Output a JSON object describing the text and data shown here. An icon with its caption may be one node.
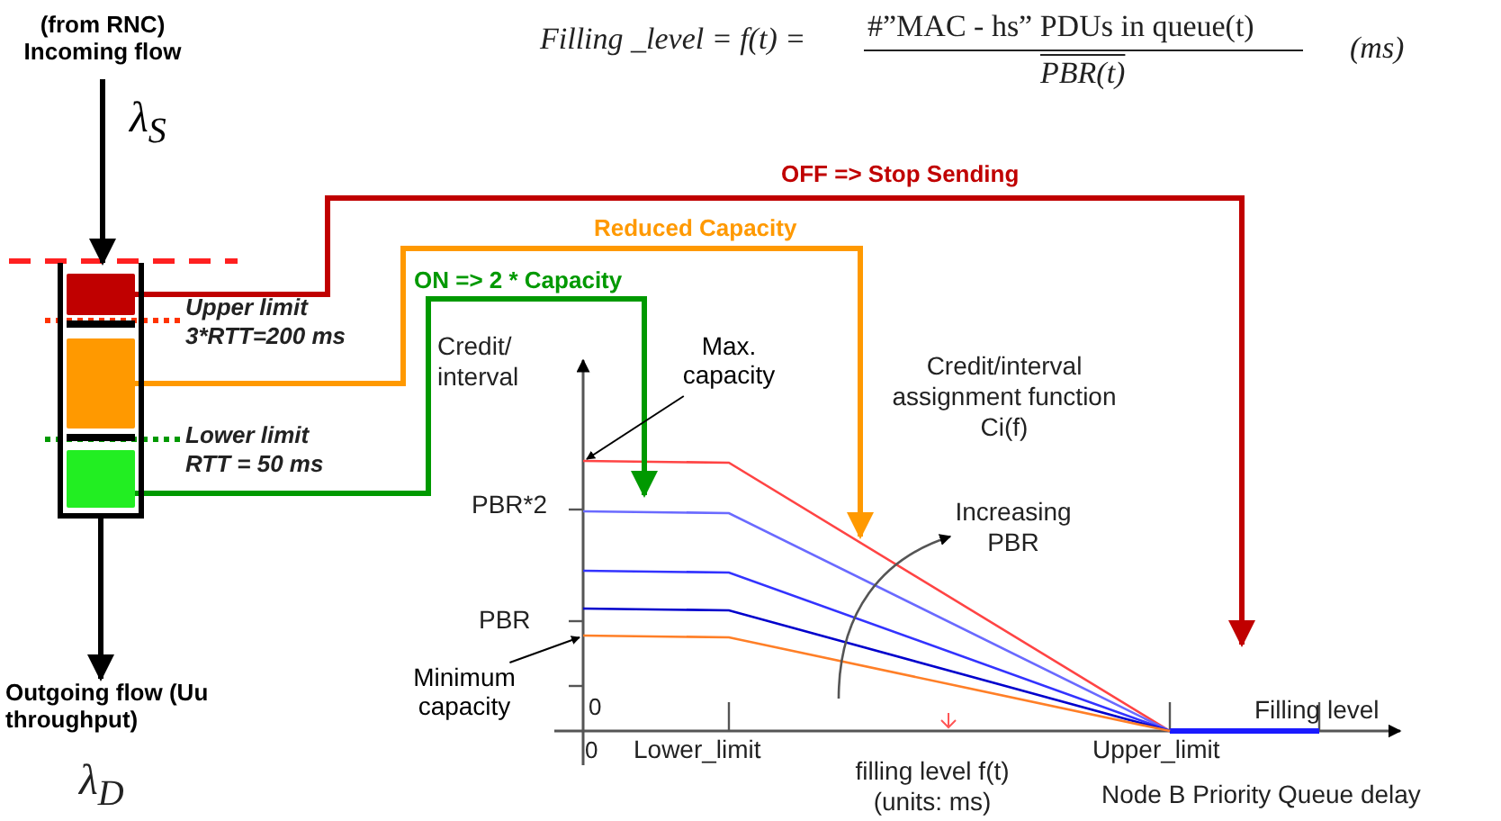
{
  "diagram": {
    "nodes": [
      {
        "text": [
          "(from RNC) Incoming flow"
        ]
      },
      {
        "text": [],
        "shape": "box"
      },
      {
        "text": [],
        "shape": "bar",
        "in": 1
      },
      {
        "text": [],
        "shape": "bar",
        "in": 1
      },
      {
        "text": [],
        "shape": "bar",
        "in": 1
      },
      {
        "text": [
          "Outgoing flow (Uu throughput)"
        ]
      },
      {
        "text": [
          "Max. capacity"
        ]
      },
      {
        "text": [
          "Minimum capacity"
        ]
      }
    ],
    "edges": [
      {
        "from": 0,
        "to": 1,
        "arrow": "to",
        "label": "λ$_{S}$"
      },
      {
        "from": 1,
        "to": 5,
        "arrow": "to"
      },
      {
        "from": 2,
        "to": null,
        "arrow": "to",
        "label": "OFF => Stop Sending",
        "color": "#c00000"
      },
      {
        "from": 3,
        "to": null,
        "arrow": "to",
        "label": "Reduced Capacity",
        "color": "#ff9900"
      },
      {
        "from": 4,
        "to": null,
        "arrow": "to",
        "label": "ON => 2 * Capacity",
        "color": "#009900"
      },
      {
        "from": 6,
        "to": null,
        "arrow": "to"
      },
      {
        "from": 7,
        "to": null,
        "arrow": "to"
      }
    ],
    "labels": [
      "Filling _level = f(t) =",
      "#”MAC - hs” PDUs in queue(t)",
      "PBR(t)",
      "(ms)",
      "Upper limit 3*RTT=200 ms",
      "Credit/ interval",
      "Credit/interval assignment function Ci(f)",
      "Lower limit RTT = 50 ms",
      "PBR*2",
      "Increasing PBR",
      "PBR",
      "0",
      "Filling level",
      "0",
      "Lower_limit",
      "Upper_limit",
      "filling level f(t) (units: ms)",
      "Node B Priority Queue delay",
      "λ$_{D}$"
    ]
  }
}
